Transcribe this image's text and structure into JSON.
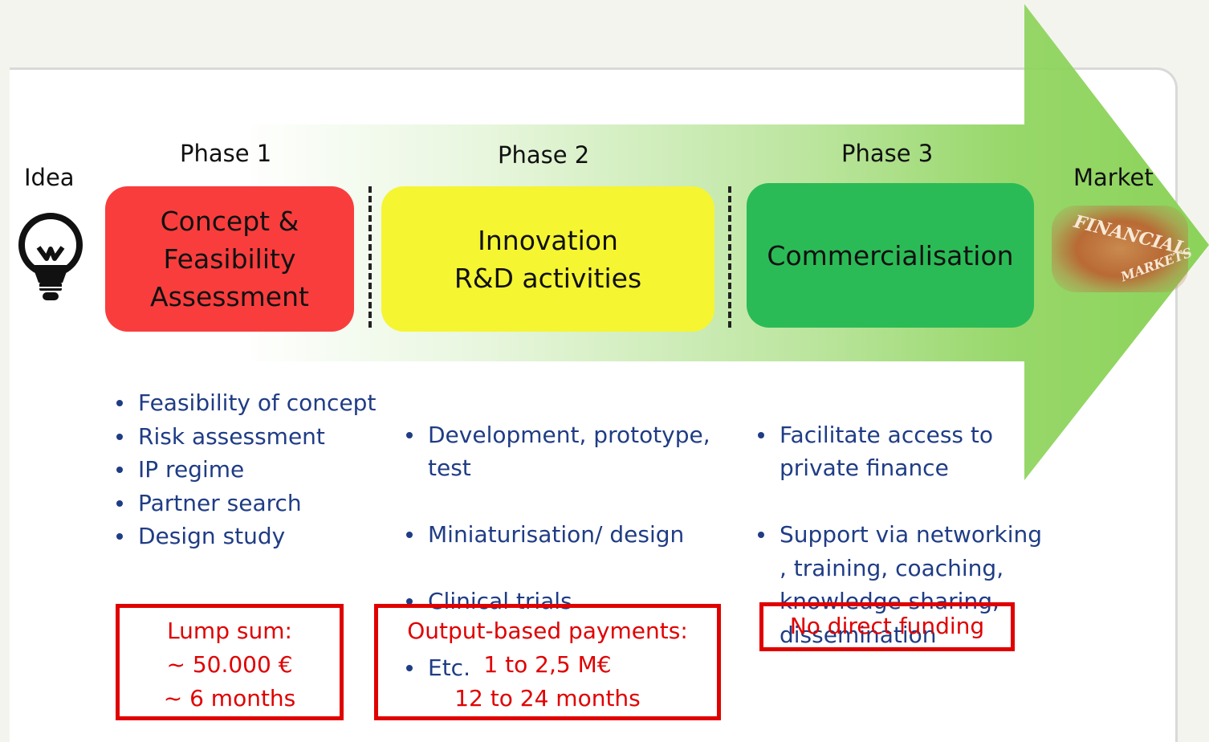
{
  "labels": {
    "idea": "Idea",
    "market": "Market",
    "market_image_text_1": "FINANCIAL",
    "market_image_text_2": "MARKETS"
  },
  "phases": [
    {
      "title": "Phase 1",
      "box_text": "Concept &\nFeasibility\nAssessment",
      "box_color": "#f93d3d",
      "bullets": [
        "Feasibility of concept",
        "Risk assessment",
        "IP regime",
        "Partner search",
        "Design study"
      ],
      "funding": "Lump sum:\n~ 50.000 €\n~ 6 months"
    },
    {
      "title": "Phase 2",
      "box_text": "Innovation\nR&D activities",
      "box_color": "#f5f532",
      "bullets": [
        "Development, prototype,\ntest",
        "Miniaturisation/ design",
        "Clinical trials",
        "Etc."
      ],
      "funding": "Output-based payments:\n1 to 2,5 M€\n12 to 24 months"
    },
    {
      "title": "Phase 3",
      "box_text": "Commercialisation",
      "box_color": "#2bbb56",
      "bullets": [
        "Facilitate access to\nprivate finance",
        "Support via networking\n, training, coaching,\nknowledge sharing,\ndissemination"
      ],
      "funding": "No direct funding"
    }
  ],
  "colors": {
    "arrow": "#8cd35a",
    "bullet_text": "#1f3c85",
    "funding_border": "#e00000"
  },
  "icons": {
    "idea": "lightbulb-icon"
  }
}
